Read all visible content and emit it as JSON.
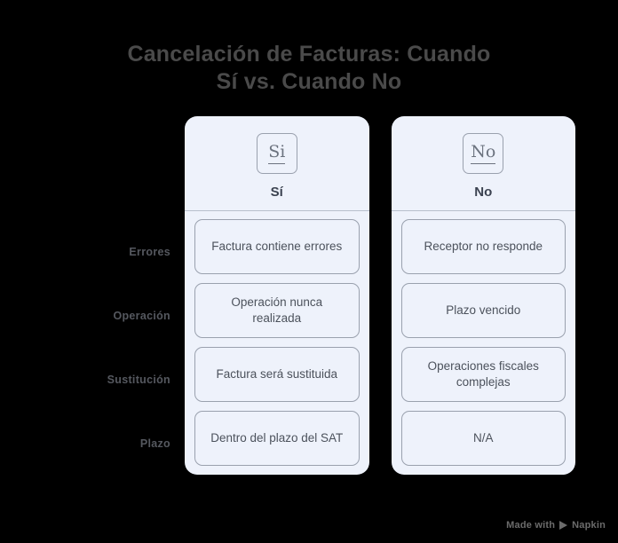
{
  "title": {
    "line1": "Cancelación de Facturas: Cuando",
    "line2": "Sí vs. Cuando No"
  },
  "row_labels": [
    {
      "label": "Errores"
    },
    {
      "label": "Operación"
    },
    {
      "label": "Sustitución"
    },
    {
      "label": "Plazo"
    }
  ],
  "columns": [
    {
      "key": "si",
      "icon_glyph": "Si",
      "icon_name": "si-badge-icon",
      "title": "Sí",
      "cells": [
        "Factura contiene errores",
        "Operación nunca realizada",
        "Factura será sustituida",
        "Dentro del plazo del SAT"
      ]
    },
    {
      "key": "no",
      "icon_glyph": "No",
      "icon_name": "no-badge-icon",
      "title": "No",
      "cells": [
        "Receptor no responde",
        "Plazo vencido",
        "Operaciones fiscales complejas",
        "N/A"
      ]
    }
  ],
  "watermark": {
    "text": "Made with",
    "brand": "Napkin",
    "logo_icon": "napkin-play-logo-icon"
  },
  "colors": {
    "background": "#000000",
    "card_background": "#eef2fb",
    "card_border": "#9aa1ae",
    "title_text": "#4a4a4a",
    "body_text": "#4c525c",
    "header_text": "#3b4250",
    "row_label_text": "#55585f"
  }
}
